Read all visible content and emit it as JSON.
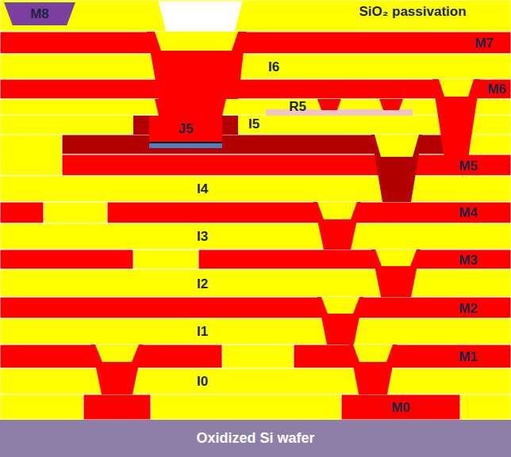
{
  "diagram": {
    "nodes": [
      {
        "text": [
          "M8"
        ]
      },
      {
        "text": [
          "J5"
        ]
      },
      {
        "text": [
          "Oxidized Si wafer"
        ]
      }
    ],
    "labels": [
      "SiO₂ passivation",
      "M7",
      "I6",
      "M6",
      "R5",
      "I5",
      "M5",
      "I4",
      "M4",
      "I3",
      "M3",
      "I2",
      "M2",
      "I1",
      "M1",
      "I0",
      "M0"
    ]
  }
}
